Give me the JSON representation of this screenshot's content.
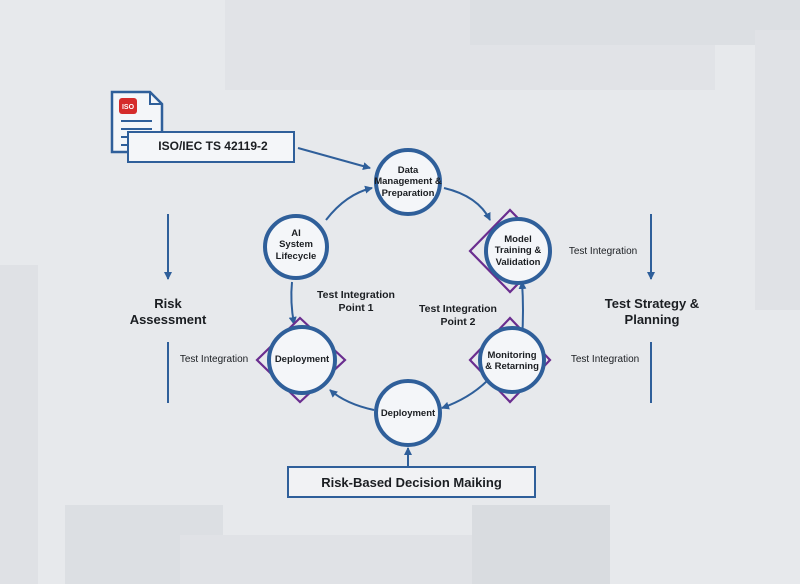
{
  "standard": {
    "badge": "ISO",
    "label": "ISO/IEC TS 42119-2"
  },
  "nodes": {
    "data_management": "Data\nManagement &\nPreparation",
    "model_training": "Model\nTraining &\nValidation",
    "monitoring": "Monitoring\n& Retarning",
    "deployment_bottom": "Deployment",
    "deployment_left": "Deployment",
    "ai_lifecycle": "AI\nSystem\nLifecycle"
  },
  "center_labels": {
    "point1": "Test Integration\nPoint 1",
    "point2": "Test Integration\nPoint 2"
  },
  "side": {
    "left_title": "Risk\nAssessment",
    "left_integration": "Test Integration",
    "right_title": "Test Strategy &\nPlanning",
    "right_integration_top": "Test Integration",
    "right_integration_bottom": "Test Integration"
  },
  "decision_box": "Risk-Based Decision Maiking",
  "colors": {
    "circle": "#2f5f9a",
    "diamond": "#6a2d8f",
    "arrow": "#2f5f9a",
    "text": "#1b1e22",
    "badge": "#d52b2b"
  }
}
